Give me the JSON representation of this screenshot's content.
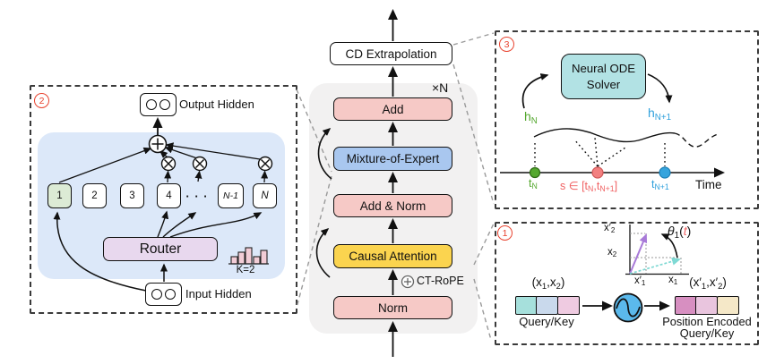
{
  "figure": {
    "middle": {
      "repeat_label": "×N",
      "rope_label": "CT-RoPE",
      "blocks": [
        "CD Extrapolation",
        "Add",
        "Mixture-of-Expert",
        "Add & Norm",
        "Causal Attention",
        "Norm"
      ]
    },
    "moe_panel": {
      "number": "2",
      "output_hidden_label": "Output Hidden",
      "input_hidden_label": "Input Hidden",
      "router_label": "Router",
      "k_label": "K=2",
      "experts": [
        "1",
        "2",
        "3",
        "4",
        "· · ·",
        "N-1",
        "N"
      ]
    },
    "ode_panel": {
      "number": "3",
      "solver_line1": "Neural ODE",
      "solver_line2": "Solver",
      "h_start": {
        "base": "h",
        "sub": "N"
      },
      "h_end": {
        "base": "h",
        "sub": "N+1"
      },
      "t_start": {
        "base": "t",
        "sub": "N"
      },
      "s_range": {
        "pre": "s ∈ [t",
        "sub1": "N",
        "mid": ",t",
        "sub2": "N+1",
        "post": "]"
      },
      "t_end": {
        "base": "t",
        "sub": "N+1"
      },
      "time_label": "Time"
    },
    "rope_panel": {
      "number": "1",
      "input_vec": {
        "pre": "(x",
        "sub1": "1",
        "mid": ",x",
        "sub2": "2",
        "post": ")"
      },
      "output_vec": {
        "pre": "(x′",
        "sub1": "1",
        "mid": ",x′",
        "sub2": "2",
        "post": ")"
      },
      "query_key_label": "Query/Key",
      "pos_encoded_line1": "Position Encoded",
      "pos_encoded_line2": "Query/Key",
      "theta": {
        "sym": "θ",
        "sub": "1",
        "open": "(",
        "t": "t",
        "close": ")"
      },
      "axis": {
        "x2p": {
          "base": "x′",
          "sub": "2"
        },
        "x2": {
          "base": "x",
          "sub": "2"
        },
        "x1p": {
          "base": "x′",
          "sub": "1"
        },
        "x1": {
          "base": "x",
          "sub": "1"
        }
      }
    },
    "colors": {
      "pink_block": "#f6c9c6",
      "blue_block": "#a9c7ef",
      "yellow_block": "#fbd44f",
      "teal_block": "#b2e2e4",
      "moe_panel_bg": "#dce8f9",
      "router_bg": "#e8d8ee",
      "expert_selected_bg": "#dcebd5",
      "stack_bg": "#f2f1f1",
      "green": "#55a82f",
      "red": "#f06364",
      "blue": "#2fa0dc",
      "number_red": "#e8432f",
      "purple_arrow": "#a87ad8",
      "cyan_arrow": "#7fd9d4",
      "sine_circle_fill": "#5bb9ec",
      "bars_fill": "#f2ccd6"
    }
  }
}
